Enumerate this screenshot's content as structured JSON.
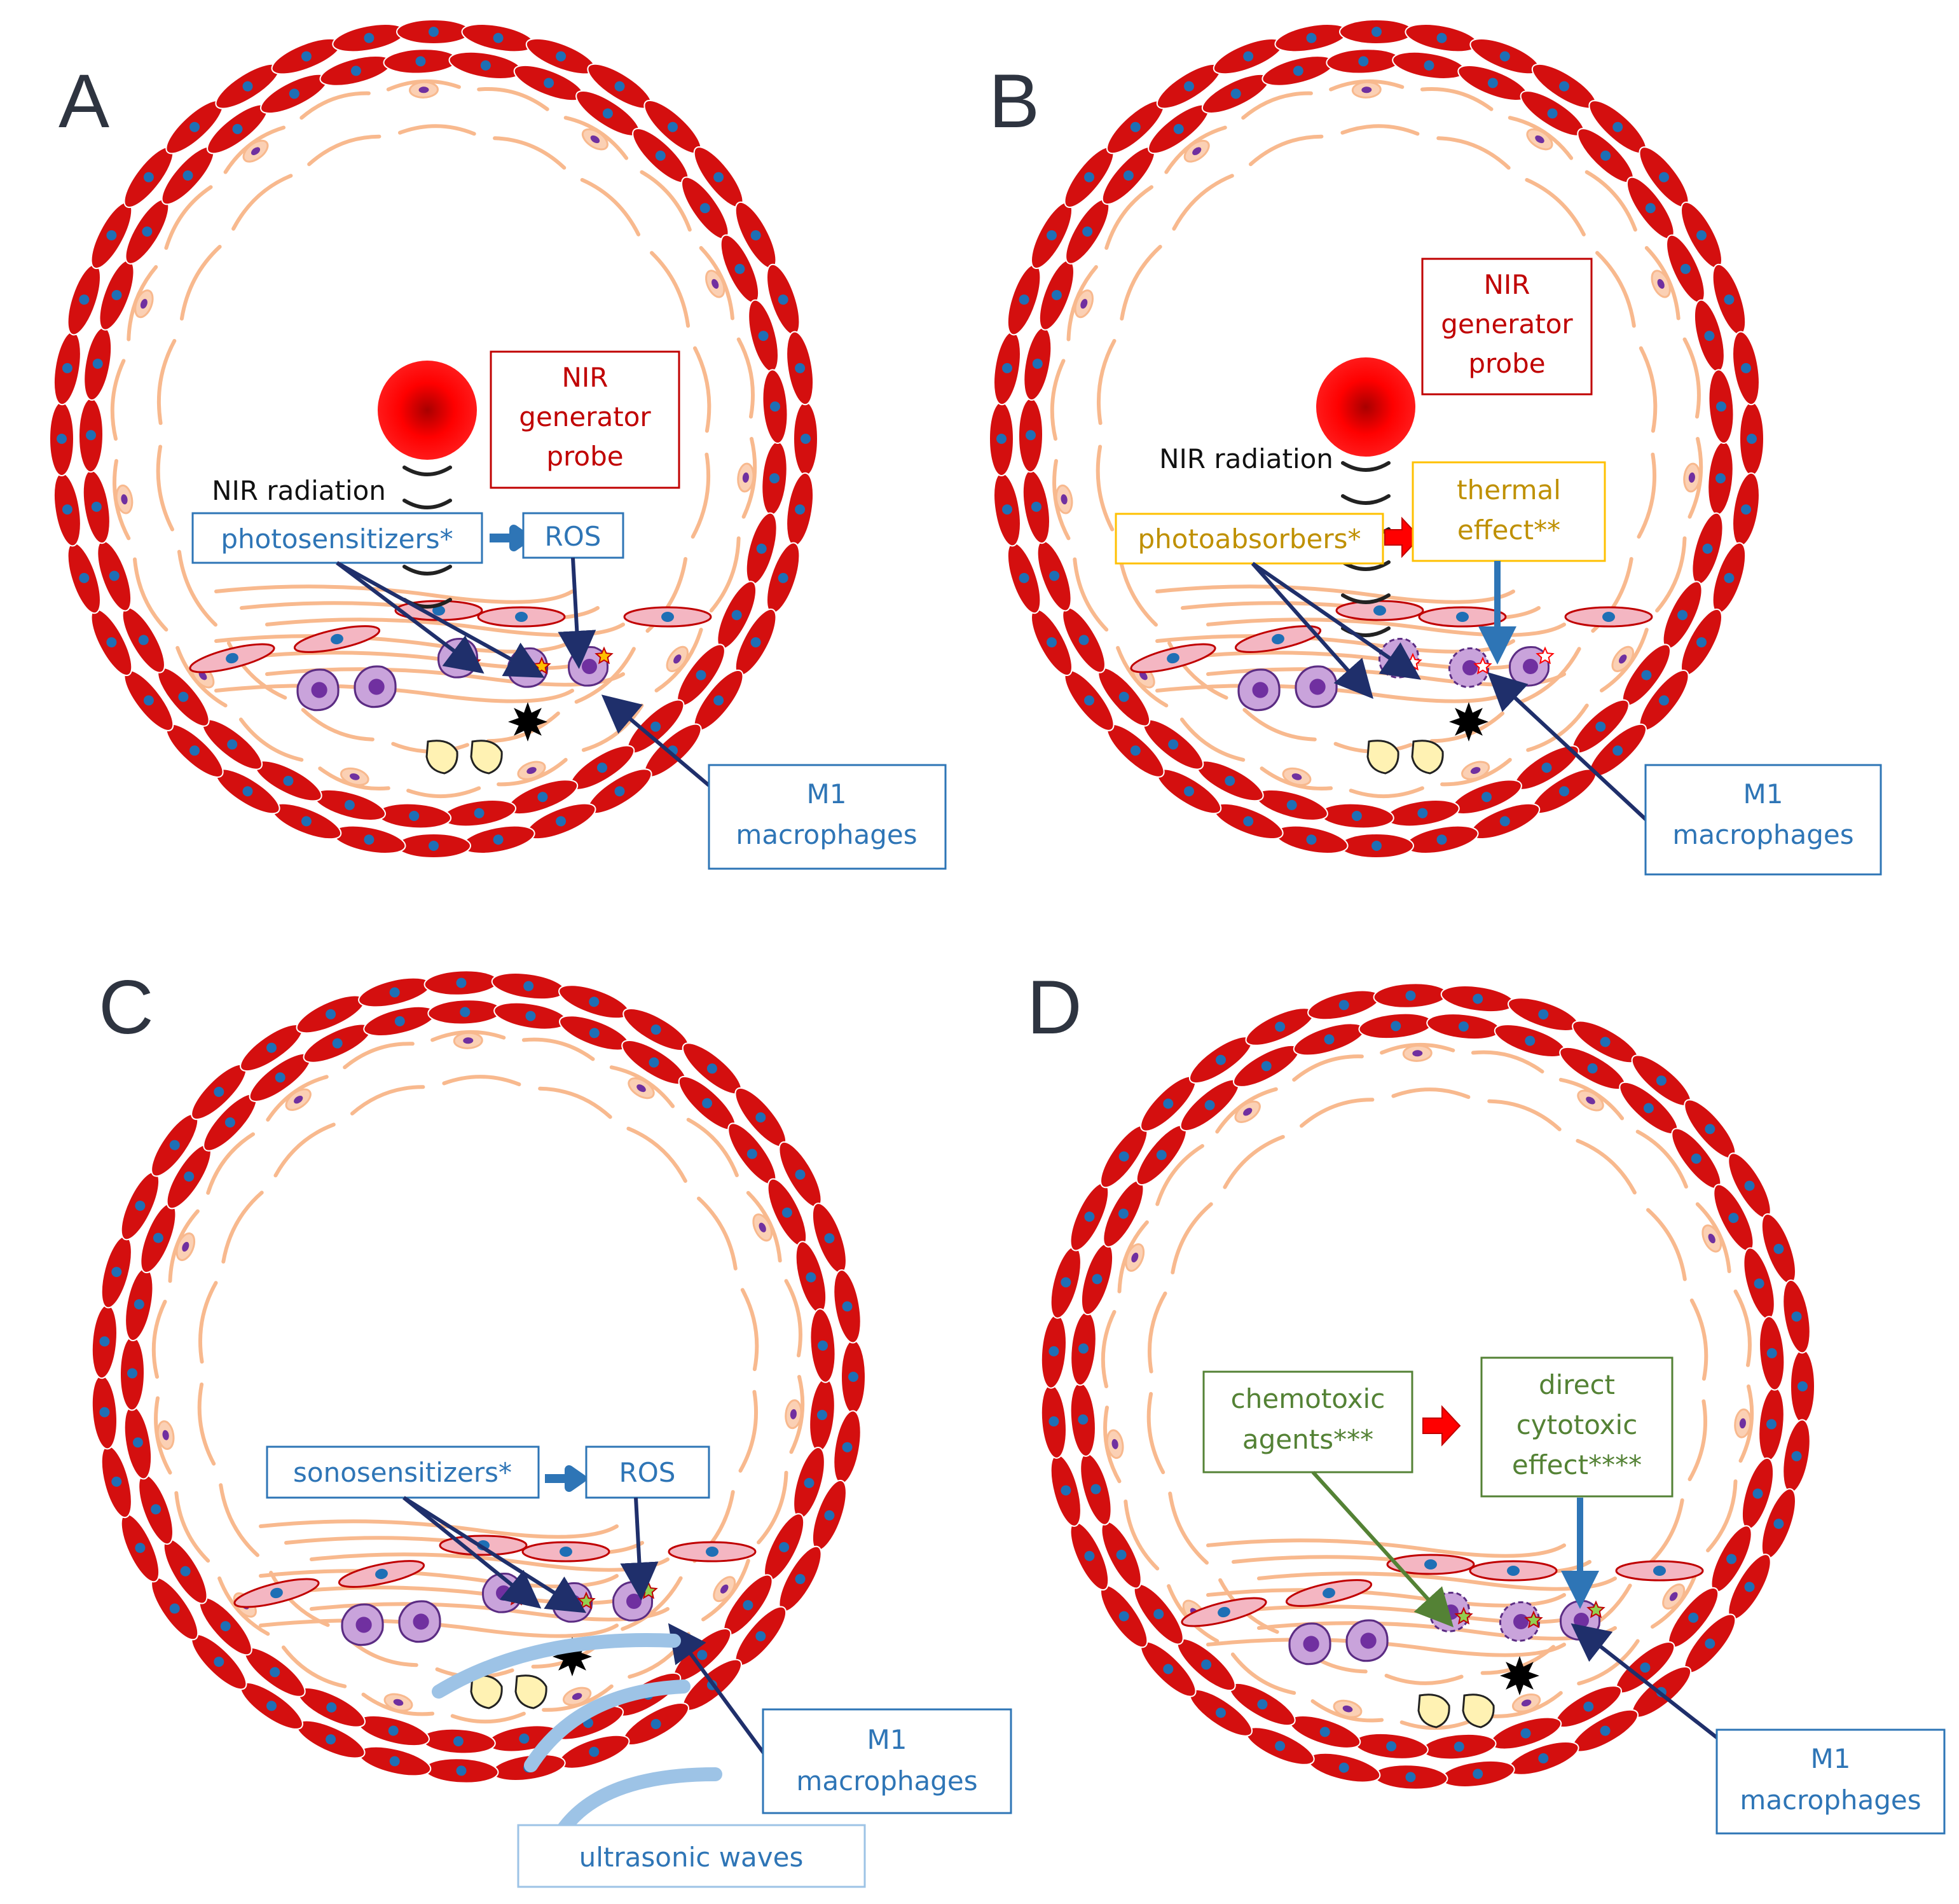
{
  "panels": [
    {
      "letter": "A",
      "labels": {
        "probe": [
          "NIR",
          "generator",
          "probe"
        ],
        "radiation": "NIR radiation",
        "agent": "photosensitizers*",
        "result": "ROS",
        "target": [
          "M1",
          "macrophages"
        ]
      }
    },
    {
      "letter": "B",
      "labels": {
        "probe": [
          "NIR",
          "generator",
          "probe"
        ],
        "radiation": "NIR radiation",
        "agent": "photoabsorbers*",
        "result": [
          "thermal",
          "effect**"
        ],
        "target": [
          "M1",
          "macrophages"
        ]
      }
    },
    {
      "letter": "C",
      "labels": {
        "agent": "sonosensitizers*",
        "result": "ROS",
        "target": [
          "M1",
          "macrophages"
        ],
        "waves": "ultrasonic waves"
      }
    },
    {
      "letter": "D",
      "labels": {
        "agent": [
          "chemotoxic",
          "agents***"
        ],
        "result": [
          "direct",
          "cytotoxic",
          "effect****"
        ],
        "target": [
          "M1",
          "macrophages"
        ]
      }
    }
  ],
  "colors": {
    "smooth_muscle": "#d40f0f",
    "nucleus_blue": "#1f6fb5",
    "intima_line": "#f8b98e",
    "endothelial_fill": "#fbd0b4",
    "nucleus_purple": "#7030a0",
    "macrophage_fill": "#c9a3db",
    "foam_fill": "#fff2b3",
    "probe_red": "#ff0000",
    "blue_arrow": "#2e75b6",
    "navy_arrow": "#1f2f6b",
    "red_arrow": "#ff0000",
    "green_arrow": "#548235",
    "ultrasound": "#9dc3e6"
  },
  "icons": {
    "smooth_muscle_cell": "red-spindle-cell-icon",
    "endothelial_cell": "pink-endothelial-cell-icon",
    "macrophage": "purple-macrophage-icon",
    "foam_cell": "yellow-foam-cell-icon",
    "necrotic_core": "black-star-icon",
    "nir_probe": "red-sphere-icon",
    "reaction_arrow": "arrow-right-icon"
  }
}
